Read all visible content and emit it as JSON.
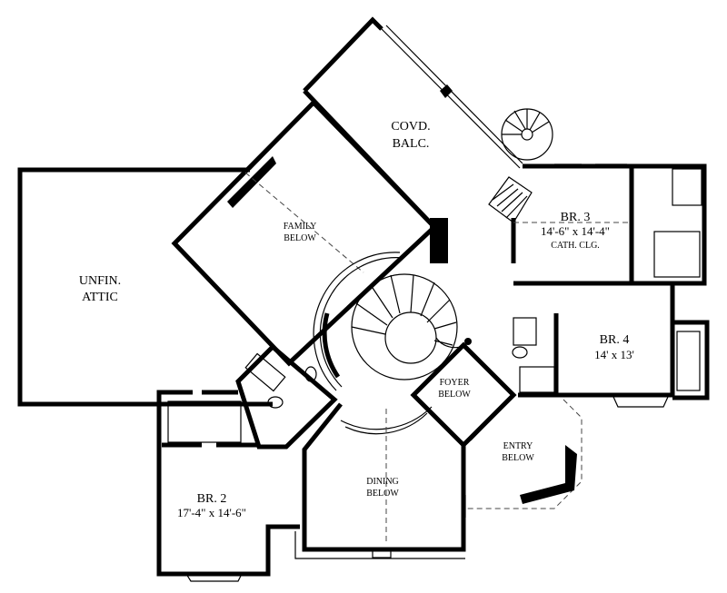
{
  "rooms": {
    "covd_balc": {
      "line1": "COVD.",
      "line2": "BALC."
    },
    "family": {
      "line1": "FAMILY",
      "line2": "BELOW"
    },
    "attic": {
      "line1": "UNFIN.",
      "line2": "ATTIC"
    },
    "br3": {
      "name": "BR. 3",
      "size": "14'-6\" x 14'-4\"",
      "note": "CATH. CLG."
    },
    "br4": {
      "name": "BR. 4",
      "size": "14' x 13'"
    },
    "foyer": {
      "line1": "FOYER",
      "line2": "BELOW"
    },
    "entry": {
      "line1": "ENTRY",
      "line2": "BELOW"
    },
    "dining": {
      "line1": "DINING",
      "line2": "BELOW"
    },
    "br2": {
      "name": "BR. 2",
      "size": "17'-4\" x 14'-6\""
    }
  }
}
